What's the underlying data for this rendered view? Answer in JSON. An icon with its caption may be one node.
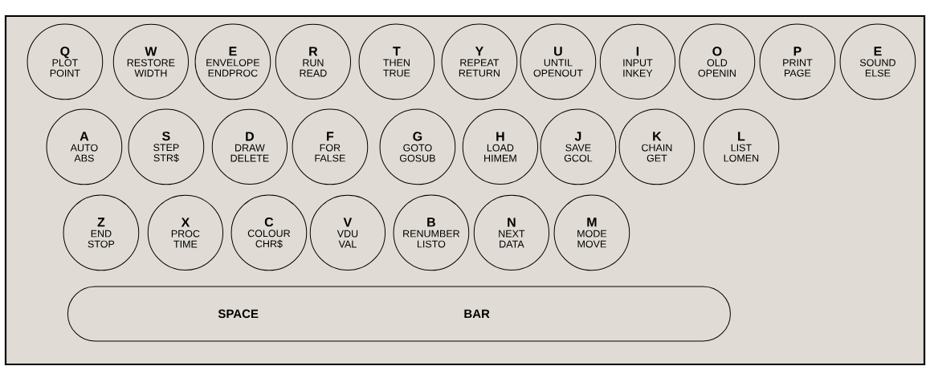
{
  "diagram": {
    "nodes": [
      {
        "text": [],
        "shape": "box"
      },
      {
        "text": [
          "Q",
          "PLOT",
          "POINT"
        ],
        "in": 0
      },
      {
        "text": [
          "W",
          "RESTORE",
          "WIDTH"
        ],
        "in": 0
      },
      {
        "text": [
          "E",
          "ENVELOPE",
          "ENDPROC"
        ],
        "in": 0
      },
      {
        "text": [
          "R",
          "RUN",
          "READ"
        ],
        "in": 0
      },
      {
        "text": [
          "T",
          "THEN",
          "TRUE"
        ],
        "in": 0
      },
      {
        "text": [
          "Y",
          "REPEAT",
          "RETURN"
        ],
        "in": 0
      },
      {
        "text": [
          "U",
          "UNTIL",
          "OPENOUT"
        ],
        "in": 0
      },
      {
        "text": [
          "I",
          "INPUT",
          "INKEY"
        ],
        "in": 0
      },
      {
        "text": [
          "O",
          "OLD",
          "OPENIN"
        ],
        "in": 0
      },
      {
        "text": [
          "P",
          "PRINT",
          "PAGE"
        ],
        "in": 0
      },
      {
        "text": [
          "E",
          "SOUND",
          "ELSE"
        ],
        "in": 0
      },
      {
        "text": [
          "A",
          "AUTO",
          "ABS"
        ],
        "in": 0
      },
      {
        "text": [
          "S",
          "STEP",
          "STR$"
        ],
        "in": 0
      },
      {
        "text": [
          "D",
          "DRAW",
          "DELETE"
        ],
        "in": 0
      },
      {
        "text": [
          "F",
          "FOR",
          "FALSE"
        ],
        "in": 0
      },
      {
        "text": [
          "G",
          "GOTO",
          "GOSUB"
        ],
        "in": 0
      },
      {
        "text": [
          "H",
          "LOAD",
          "HIMEM"
        ],
        "in": 0
      },
      {
        "text": [
          "J",
          "SAVE",
          "GCOL"
        ],
        "in": 0
      },
      {
        "text": [
          "K",
          "CHAIN",
          "GET"
        ],
        "in": 0
      },
      {
        "text": [
          "L",
          "LIST",
          "LOMEN"
        ],
        "in": 0
      },
      {
        "text": [
          "Z",
          "END",
          "STOP"
        ],
        "in": 0
      },
      {
        "text": [
          "X",
          "PROC",
          "TIME"
        ],
        "in": 0
      },
      {
        "text": [
          "C",
          "COLOUR",
          "CHR$"
        ],
        "in": 0
      },
      {
        "text": [
          "V",
          "VDU",
          "VAL"
        ],
        "in": 0
      },
      {
        "text": [
          "B",
          "RENUMBER",
          "LISTO"
        ],
        "in": 0
      },
      {
        "text": [
          "N",
          "NEXT",
          "DATA"
        ],
        "in": 0
      },
      {
        "text": [
          "M",
          "MODE",
          "MOVE"
        ],
        "in": 0
      },
      {
        "text": [
          "SPACE",
          "BAR"
        ],
        "in": 0
      }
    ]
  }
}
